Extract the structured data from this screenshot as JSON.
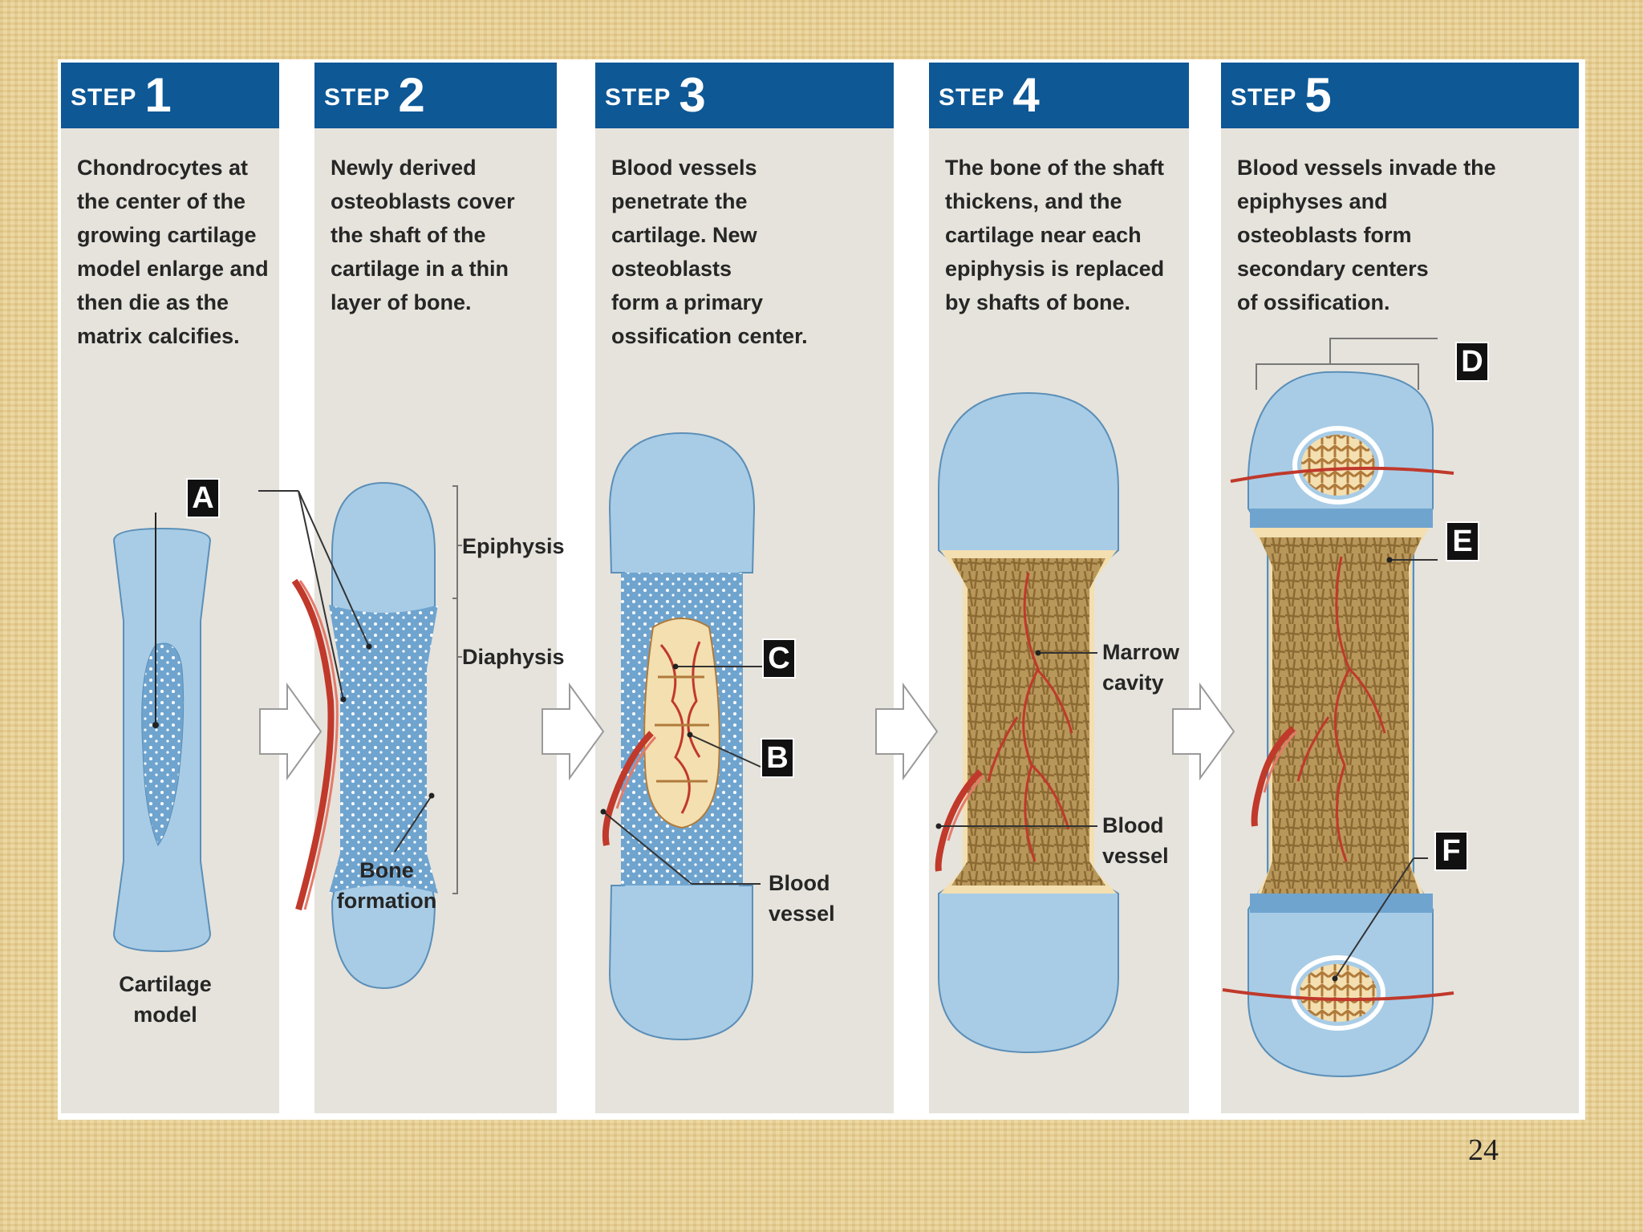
{
  "steps": [
    {
      "word": "STEP",
      "number": "1",
      "text": "Chondrocytes at\nthe center of the\ngrowing cartilage\nmodel enlarge and\nthen die as the\nmatrix calcifies."
    },
    {
      "word": "STEP",
      "number": "2",
      "text": "Newly derived\nosteoblasts cover\nthe shaft of the\ncartilage in a thin\nlayer of bone."
    },
    {
      "word": "STEP",
      "number": "3",
      "text": "Blood vessels\npenetrate the\ncartilage. New\nosteoblasts\nform a primary\nossification center."
    },
    {
      "word": "STEP",
      "number": "4",
      "text": "The bone of the shaft\nthickens, and the\ncartilage near each\nepiphysis is replaced\nby shafts of bone."
    },
    {
      "word": "STEP",
      "number": "5",
      "text": "Blood vessels invade the\nepiphyses and\nosteoblasts form\nsecondary centers\nof ossification."
    }
  ],
  "labels": {
    "cartilage_model": "Cartilage\nmodel",
    "epiphysis": "Epiphysis",
    "diaphysis": "Diaphysis",
    "bone_formation": "Bone\nformation",
    "blood_vessel_3": "Blood\nvessel",
    "marrow_cavity": "Marrow\ncavity",
    "blood_vessel_4": "Blood\nvessel"
  },
  "badges": {
    "a": "A",
    "b": "B",
    "c": "C",
    "d": "D",
    "e": "E",
    "f": "F"
  },
  "page_number": "24",
  "colors": {
    "header": "#0e5896",
    "panel": "#e6e3dc",
    "cartilage": "#a8cce6",
    "bone": "#a8894e",
    "vessel": "#c0392b",
    "background": "#e8d29a"
  }
}
